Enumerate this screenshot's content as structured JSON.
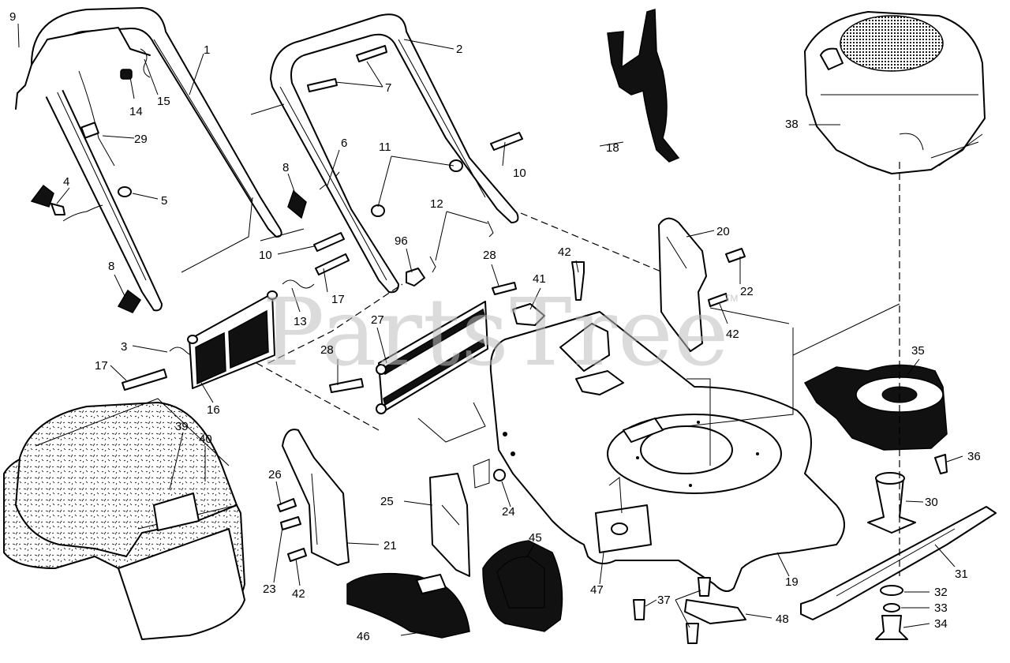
{
  "watermark": {
    "text": "PartsTree",
    "trademark": "TM"
  },
  "callouts": [
    {
      "id": "c1",
      "text": "1"
    },
    {
      "id": "c2",
      "text": "2"
    },
    {
      "id": "c3",
      "text": "3"
    },
    {
      "id": "c4",
      "text": "4"
    },
    {
      "id": "c5",
      "text": "5"
    },
    {
      "id": "c6",
      "text": "6"
    },
    {
      "id": "c7",
      "text": "7"
    },
    {
      "id": "c8a",
      "text": "8"
    },
    {
      "id": "c8b",
      "text": "8"
    },
    {
      "id": "c9",
      "text": "9"
    },
    {
      "id": "c10a",
      "text": "10"
    },
    {
      "id": "c10b",
      "text": "10"
    },
    {
      "id": "c11",
      "text": "11"
    },
    {
      "id": "c12",
      "text": "12"
    },
    {
      "id": "c13",
      "text": "13"
    },
    {
      "id": "c14",
      "text": "14"
    },
    {
      "id": "c15",
      "text": "15"
    },
    {
      "id": "c16",
      "text": "16"
    },
    {
      "id": "c17a",
      "text": "17"
    },
    {
      "id": "c17b",
      "text": "17"
    },
    {
      "id": "c18",
      "text": "18"
    },
    {
      "id": "c19",
      "text": "19"
    },
    {
      "id": "c20",
      "text": "20"
    },
    {
      "id": "c21",
      "text": "21"
    },
    {
      "id": "c22",
      "text": "22"
    },
    {
      "id": "c23",
      "text": "23"
    },
    {
      "id": "c24",
      "text": "24"
    },
    {
      "id": "c25",
      "text": "25"
    },
    {
      "id": "c26",
      "text": "26"
    },
    {
      "id": "c27",
      "text": "27"
    },
    {
      "id": "c28a",
      "text": "28"
    },
    {
      "id": "c28b",
      "text": "28"
    },
    {
      "id": "c29",
      "text": "29"
    },
    {
      "id": "c30",
      "text": "30"
    },
    {
      "id": "c31",
      "text": "31"
    },
    {
      "id": "c32",
      "text": "32"
    },
    {
      "id": "c33",
      "text": "33"
    },
    {
      "id": "c34",
      "text": "34"
    },
    {
      "id": "c35",
      "text": "35"
    },
    {
      "id": "c36",
      "text": "36"
    },
    {
      "id": "c37",
      "text": "37"
    },
    {
      "id": "c38",
      "text": "38"
    },
    {
      "id": "c39",
      "text": "39"
    },
    {
      "id": "c40",
      "text": "40"
    },
    {
      "id": "c41",
      "text": "41"
    },
    {
      "id": "c42a",
      "text": "42"
    },
    {
      "id": "c42b",
      "text": "42"
    },
    {
      "id": "c42c",
      "text": "42"
    },
    {
      "id": "c45",
      "text": "45"
    },
    {
      "id": "c46",
      "text": "46"
    },
    {
      "id": "c47",
      "text": "47"
    },
    {
      "id": "c48",
      "text": "48"
    },
    {
      "id": "c96",
      "text": "96"
    }
  ]
}
